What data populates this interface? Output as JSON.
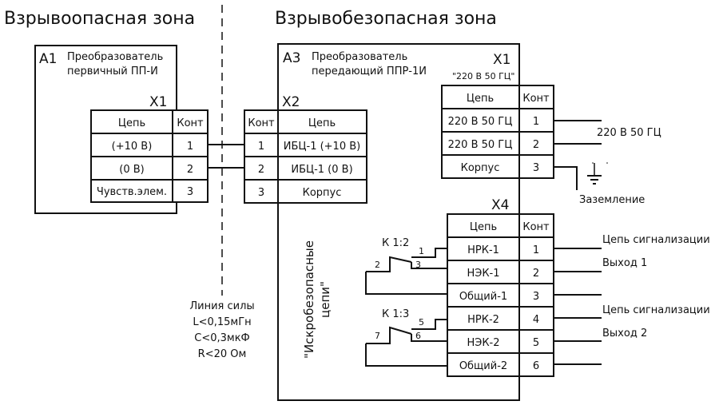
{
  "zones": {
    "hazardous": "Взрывоопасная зона",
    "safe": "Взрывобезопасная зона"
  },
  "blocks": {
    "a1": {
      "id": "А1",
      "name_line1": "Преобразователь",
      "name_line2": "первичный ПП-И"
    },
    "a3": {
      "id": "А3",
      "name_line1": "Преобразователь",
      "name_line2": "передающий ППР-1И"
    }
  },
  "connectors": {
    "x1_a1": {
      "title": "X1",
      "headers": {
        "circuit": "Цепь",
        "contact": "Конт"
      },
      "rows": [
        {
          "circuit": "(+10 В)",
          "contact": "1"
        },
        {
          "circuit": "(0 В)",
          "contact": "2"
        },
        {
          "circuit": "Чувств.элем.",
          "contact": "3"
        }
      ]
    },
    "x2": {
      "title": "X2",
      "headers": {
        "contact": "Конт",
        "circuit": "Цепь"
      },
      "rows": [
        {
          "contact": "1",
          "circuit": "ИБЦ-1 (+10 В)"
        },
        {
          "contact": "2",
          "circuit": "ИБЦ-1 (0 В)"
        },
        {
          "contact": "3",
          "circuit": "Корпус"
        }
      ]
    },
    "x1_a3": {
      "title": "X1",
      "subtitle": "\"220 В 50 ГЦ\"",
      "headers": {
        "circuit": "Цепь",
        "contact": "Конт"
      },
      "rows": [
        {
          "circuit": "220 В 50 ГЦ",
          "contact": "1"
        },
        {
          "circuit": "220 В 50 ГЦ",
          "contact": "2"
        },
        {
          "circuit": "Корпус",
          "contact": "3"
        }
      ]
    },
    "x4": {
      "title": "X4",
      "headers": {
        "circuit": "Цепь",
        "contact": "Конт"
      },
      "rows": [
        {
          "circuit": "НРК-1",
          "contact": "1"
        },
        {
          "circuit": "НЭК-1",
          "contact": "2"
        },
        {
          "circuit": "Общий-1",
          "contact": "3"
        },
        {
          "circuit": "НРК-2",
          "contact": "4"
        },
        {
          "circuit": "НЭК-2",
          "contact": "5"
        },
        {
          "circuit": "Общий-2",
          "contact": "6"
        }
      ]
    }
  },
  "external_labels": {
    "power": "220 В 50 ГЦ",
    "ground": "Заземление",
    "signal1": "Цепь сигнализации",
    "output1": "Выход 1",
    "signal2": "Цепь сигнализации",
    "output2": "Выход 2"
  },
  "relays": {
    "k1": {
      "label": "К 1:2",
      "pin_a": "1",
      "pin_common": "2",
      "pin_b": "3"
    },
    "k2": {
      "label": "К 1:3",
      "pin_a": "5",
      "pin_common": "7",
      "pin_b": "6"
    }
  },
  "line_params": {
    "title": "Линия силы",
    "inductance": "L<0,15мГн",
    "capacitance": "C<0,3мкФ",
    "resistance": "R<20 Ом"
  },
  "intrinsic_safe_label": {
    "line1": "\"Искробезопасные",
    "line2": "цепи\""
  }
}
